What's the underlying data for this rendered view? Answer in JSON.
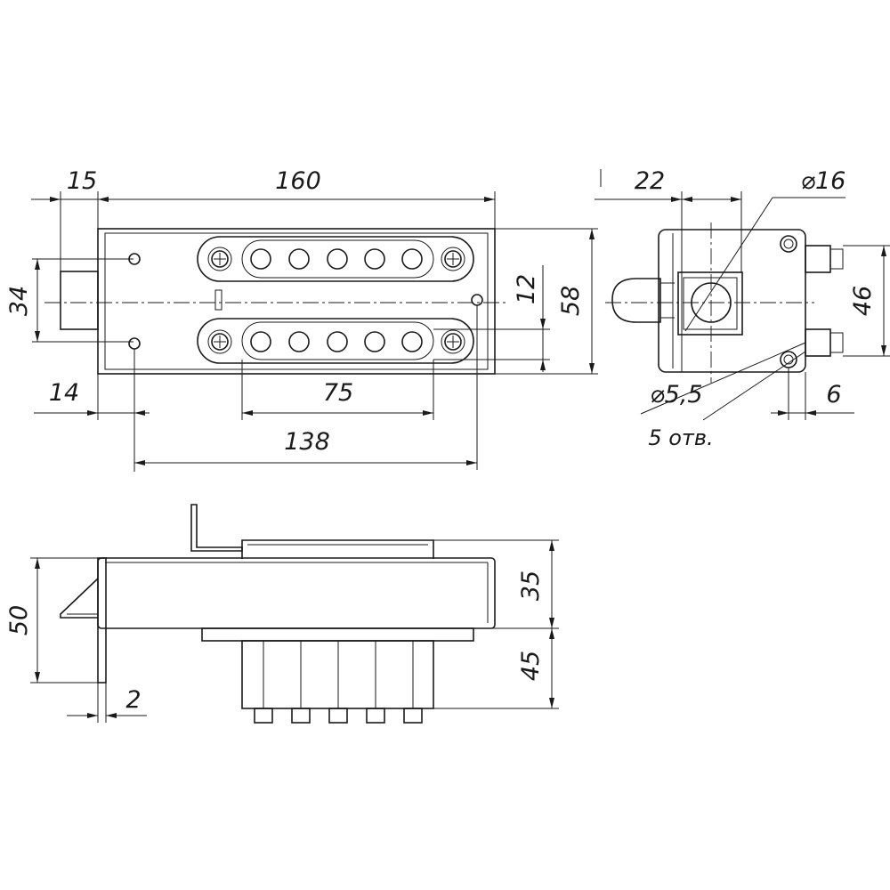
{
  "drawing": {
    "top_view": {
      "dim_overall_length": "160",
      "dim_left_offset": "15",
      "dim_bolt_spacing": "34",
      "dim_left_hole_offset": "14",
      "dim_slot_length": "75",
      "dim_hole_span": "138",
      "dim_height": "58",
      "dim_slot_spacing": "12"
    },
    "side_view": {
      "dim_knob_offset": "22",
      "dim_knob_diameter": "⌀16",
      "dim_rail_spacing": "46",
      "dim_hole_diameter": "⌀5,5",
      "dim_hole_count": "5 отв.",
      "dim_rail_offset": "6"
    },
    "front_view": {
      "dim_total_height": "50",
      "dim_body_height": "35",
      "dim_button_height": "45",
      "dim_wall_thickness": "2"
    }
  }
}
